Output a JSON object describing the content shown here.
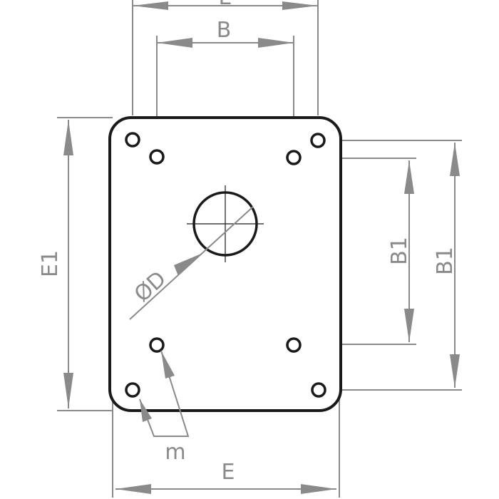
{
  "labels": {
    "e_top": "E",
    "b_top": "B",
    "e1": "E1",
    "b1_inner": "B1",
    "b1_outer": "B1",
    "diameter": "ØD",
    "m": "m",
    "e_bottom": "E"
  },
  "colors": {
    "outline": "#1a1a1a",
    "dimension": "#8a8a8a",
    "background": "#ffffff"
  }
}
